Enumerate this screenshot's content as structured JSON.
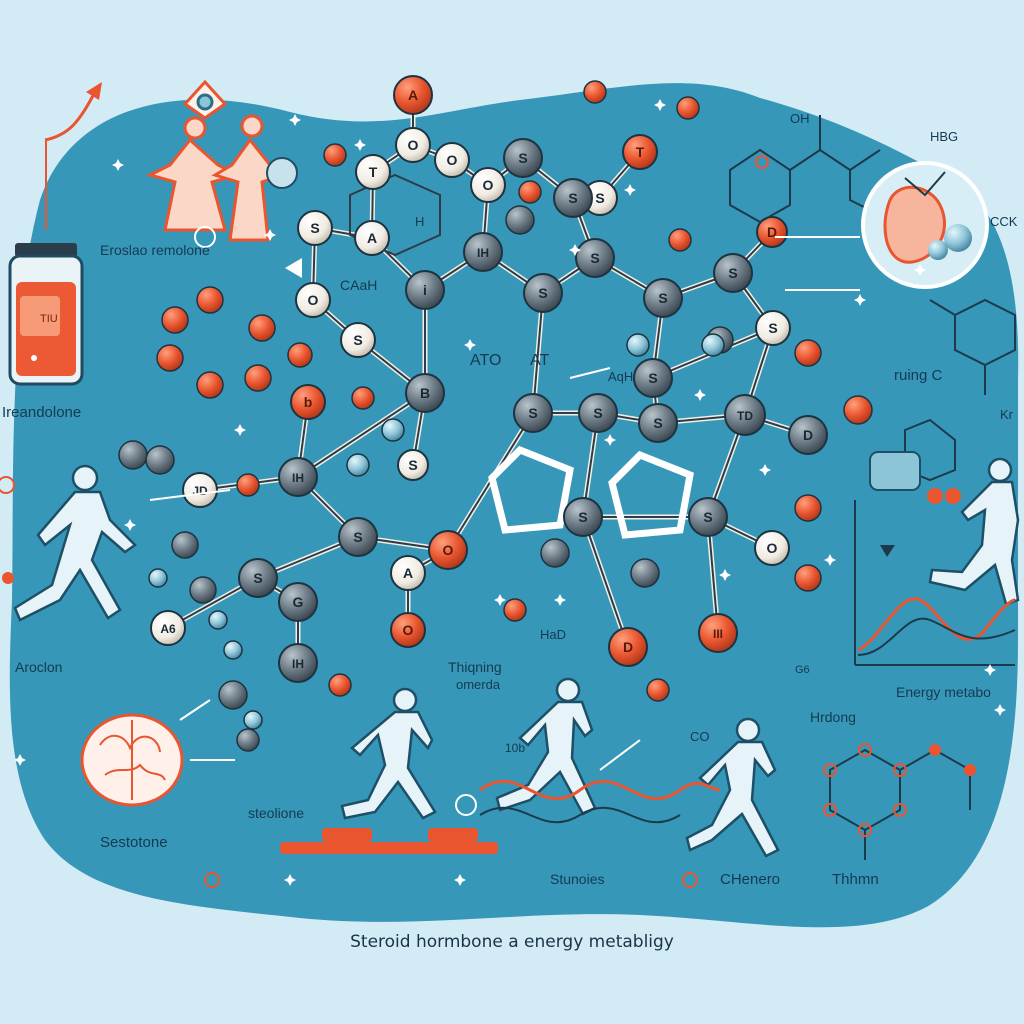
{
  "labels": {
    "vial": "Eroslao remolone",
    "left_mid": "Ireandolone",
    "left_runner": "Aroclon",
    "brain": "Sestotone",
    "bottom_left_center": "steolione",
    "bottom_mid_1": "Stunoies",
    "bottom_mid_2": "CHenero",
    "bottom_mid_3": "Thhmn",
    "center_top": "Thiqning",
    "center_sub": "omerda",
    "energy": "Energy metabo",
    "hydong": "Hrdong",
    "running": "ruing C",
    "hb": "HBG",
    "cok": "CCK",
    "kr": "Kr",
    "ato": "ATO",
    "at": "AT",
    "ca": "CAaH",
    "aq": "AqH",
    "hd": "HaD",
    "aq_h": "H",
    "co": "CO",
    "ten_b": "10b",
    "oh_right": "OH",
    "g6": "G6"
  },
  "caption": "Steroid hormbone a energy metabligy",
  "atom_letters": [
    "A",
    "O",
    "T",
    "O",
    "S",
    "T",
    "S",
    "A",
    "IH",
    "S",
    "O",
    "i",
    "S",
    "S",
    "S",
    "O",
    "S",
    "D",
    "S",
    "S",
    "S",
    "S",
    "B",
    "TD",
    "D",
    "S",
    "S",
    "S",
    "JD",
    "IH",
    "S",
    "S",
    "S",
    "G",
    "O",
    "A",
    "S",
    "O",
    "A6",
    "IH",
    "D",
    "III",
    "b",
    "S",
    "O"
  ],
  "colors": {
    "background": "#d3ebf4",
    "blob": "#3797b8",
    "atom_gray": "#6f7e89",
    "atom_orange": "#e8552f",
    "atom_light": "#f4efe6",
    "accent": "#f0643a"
  }
}
